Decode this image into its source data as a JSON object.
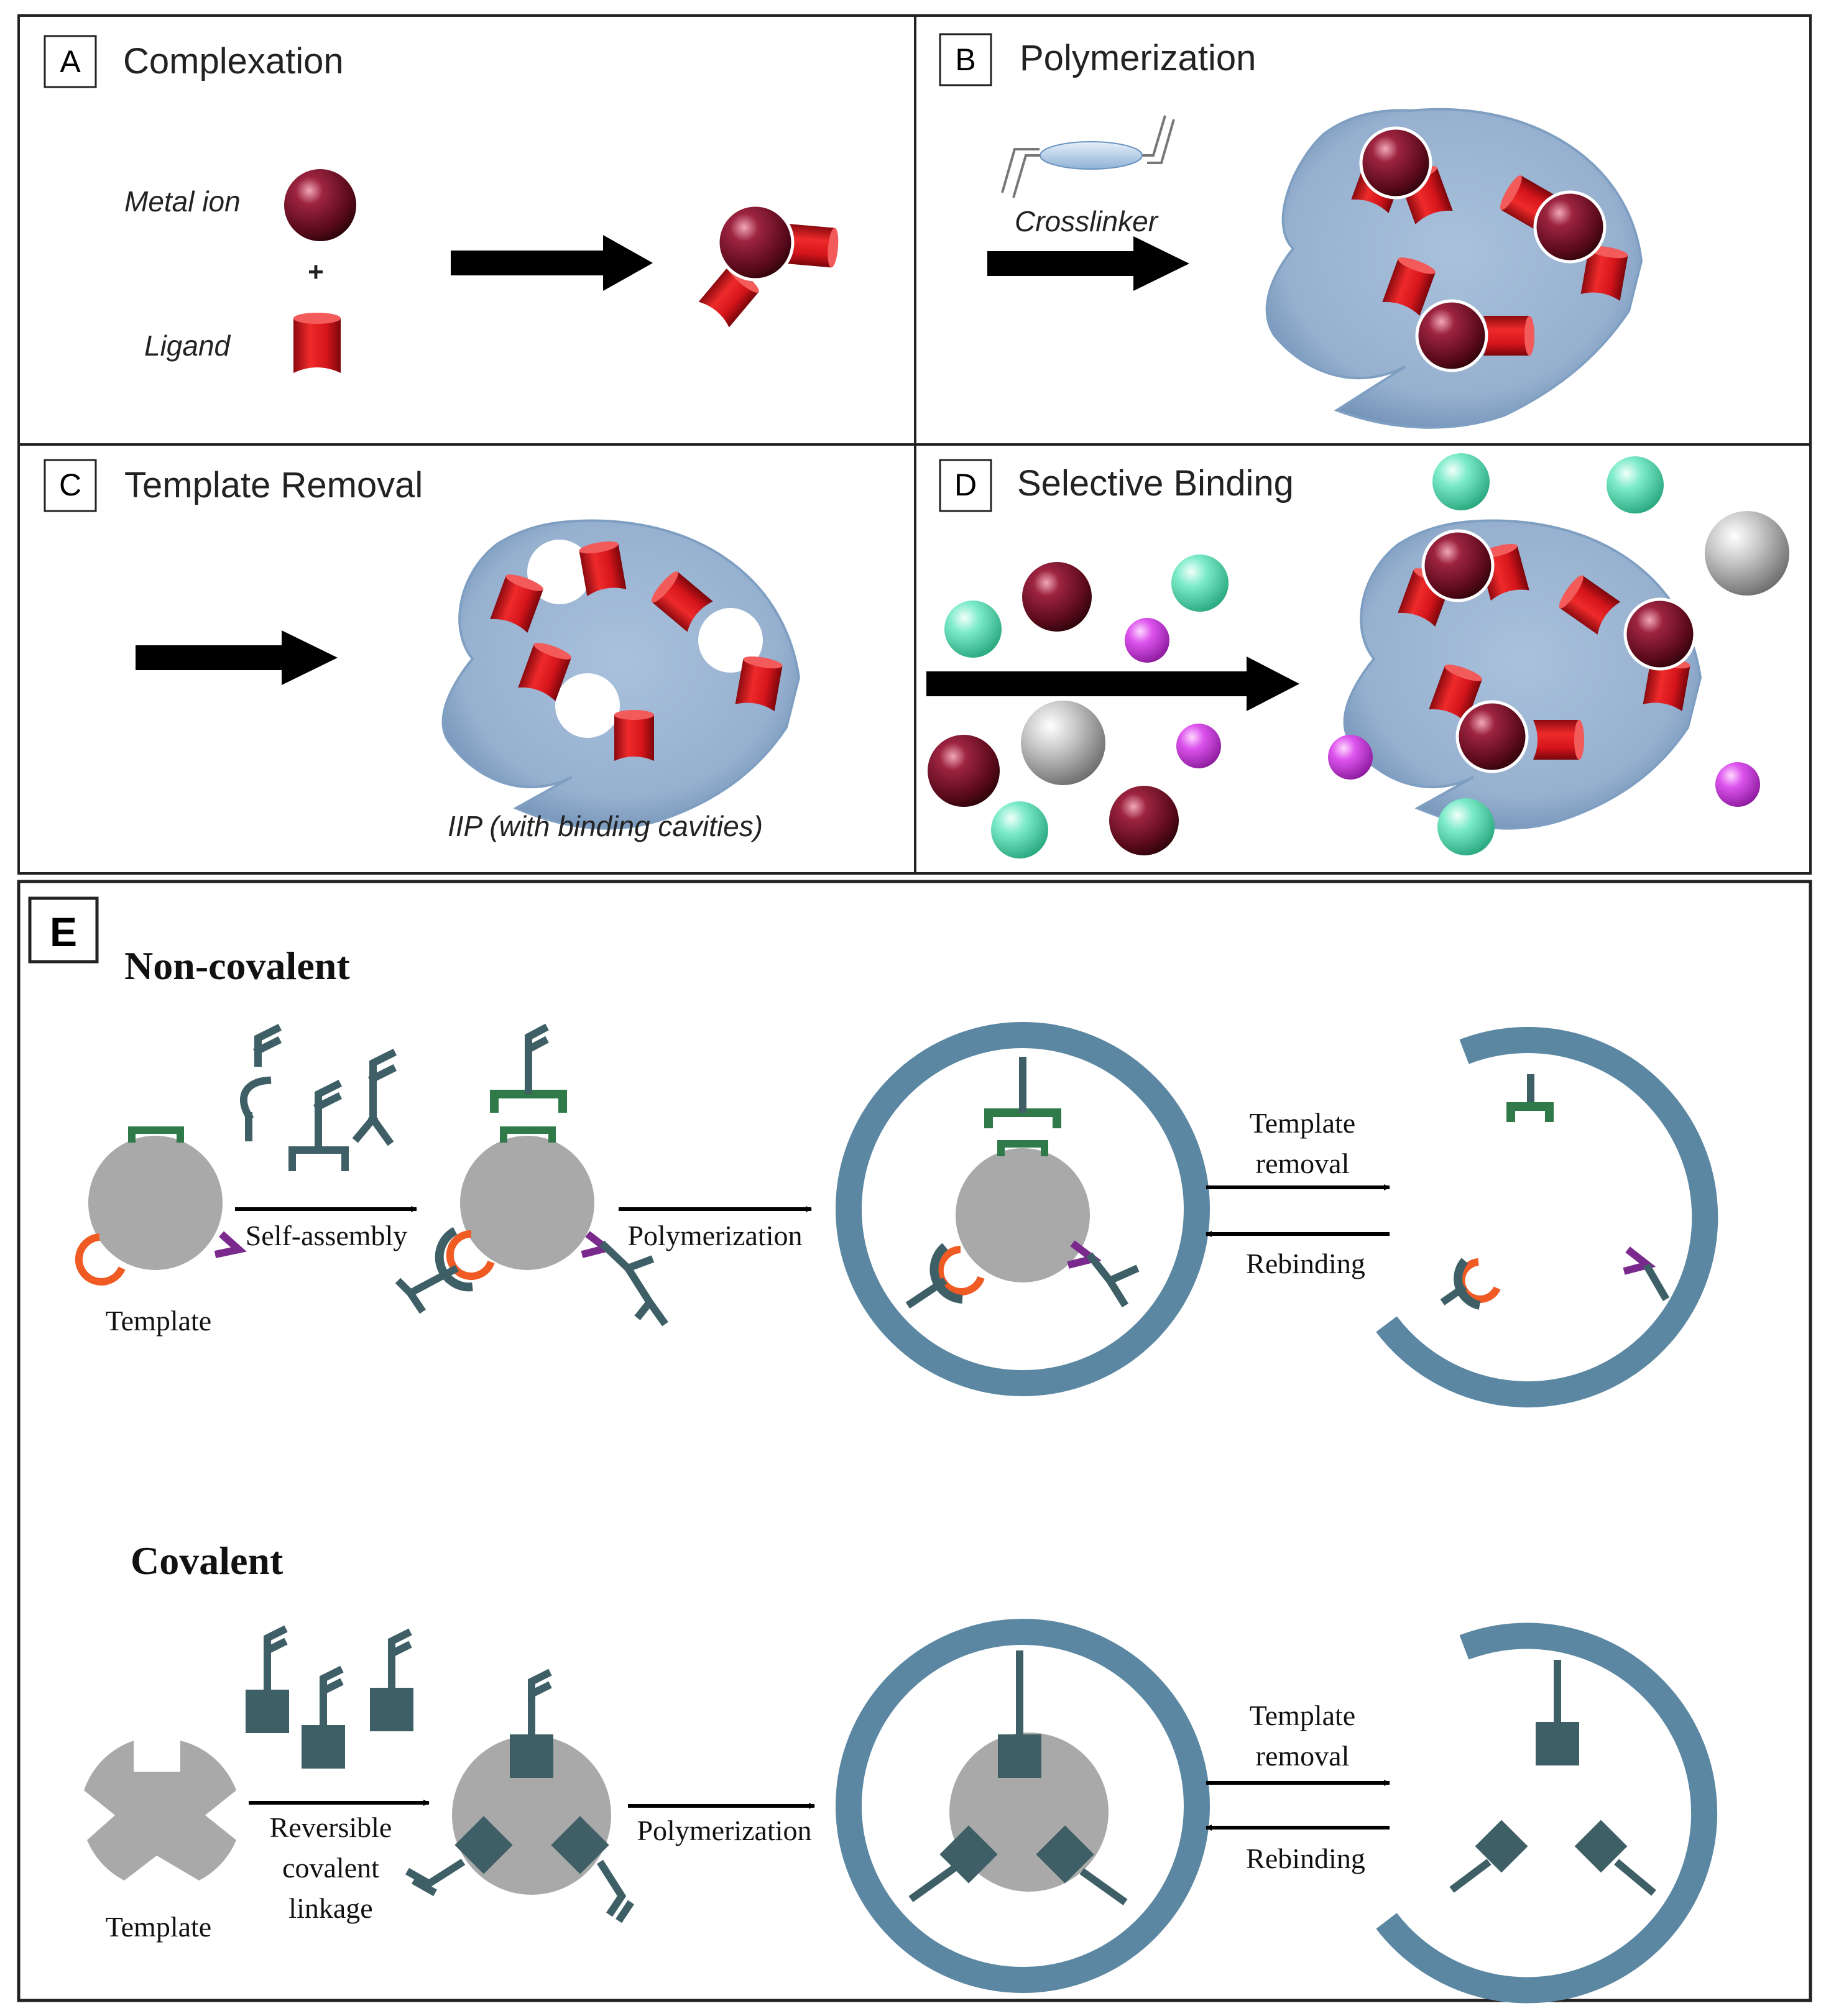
{
  "panels": {
    "A": {
      "letter": "A",
      "title": "Complexation",
      "metal_label": "Metal ion",
      "plus": "+",
      "ligand_label": "Ligand"
    },
    "B": {
      "letter": "B",
      "title": "Polymerization",
      "crosslinker_label": "Crosslinker"
    },
    "C": {
      "letter": "C",
      "title": "Template Removal",
      "caption": "IIP (with binding cavities)"
    },
    "D": {
      "letter": "D",
      "title": "Selective Binding"
    },
    "E": {
      "letter": "E",
      "noncovalent": {
        "heading": "Non-covalent",
        "template_label": "Template",
        "step1": "Self-assembly",
        "step2": "Polymerization",
        "forward": [
          "Template",
          "removal"
        ],
        "reverse": "Rebinding"
      },
      "covalent": {
        "heading": "Covalent",
        "template_label": "Template",
        "step1": [
          "Reversible",
          "covalent",
          "linkage"
        ],
        "step2": "Polymerization",
        "forward": [
          "Template",
          "removal"
        ],
        "reverse": "Rebinding"
      }
    }
  },
  "colors": {
    "metal_ion": "#6e0f22",
    "ligand": "#d9141b",
    "polymer": "#9bb5d3",
    "ring": "#5b87a2",
    "template": "#a9a9a9",
    "monomer": "#3f5f66",
    "green_site": "#2f7a48",
    "orange_site": "#f05a23",
    "purple_site": "#7a2a8c",
    "teal_ion": "#5fe0c0",
    "magenta_ion": "#cc33dd",
    "silver_ion": "#b8b8b8"
  }
}
